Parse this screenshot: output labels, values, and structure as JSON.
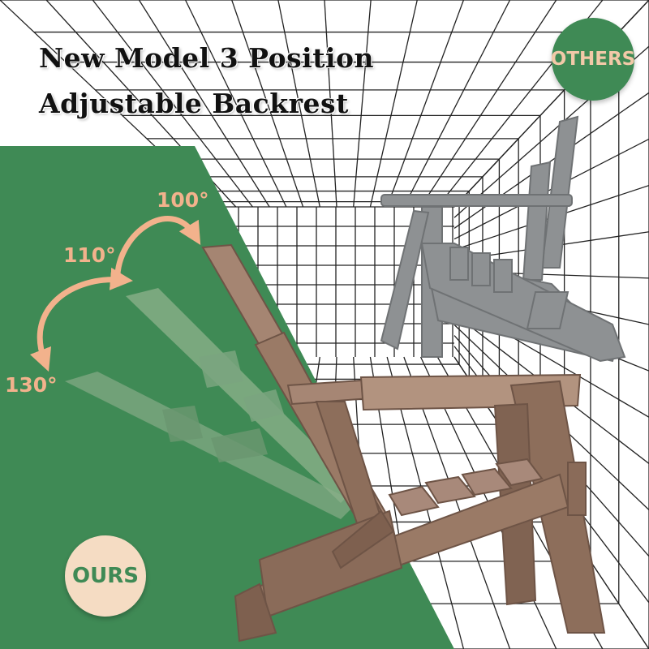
{
  "headline": {
    "line1": "New Model 3 Position",
    "line2": "Adjustable Backrest"
  },
  "badges": {
    "others": "OTHERS",
    "ours": "OURS"
  },
  "angles": [
    "100°",
    "110°",
    "130°"
  ],
  "colors": {
    "green_background": "#3f8a55",
    "grid_line": "#222222",
    "chair_brown": "#9a7a66",
    "chair_brown_dark": "#6e5446",
    "chair_gray": "#8e9193",
    "ghost_green": "#7aa57f",
    "badge_others_bg": "#3f8a55",
    "badge_others_text": "#f2c9a8",
    "badge_ours_bg": "#f5dcc3",
    "badge_ours_text": "#3f8a55",
    "angle_text": "#f2b28c",
    "arrow": "#f2b28c"
  }
}
